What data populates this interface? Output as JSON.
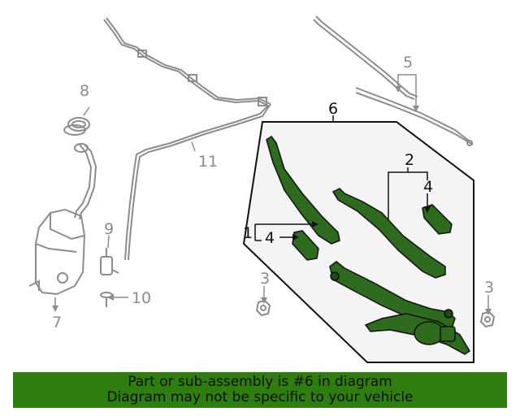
{
  "callouts": {
    "c1": "1",
    "c2": "2",
    "c3a": "3",
    "c3b": "3",
    "c4a": "4",
    "c4b": "4",
    "c5": "5",
    "c6": "6",
    "c7": "7",
    "c8": "8",
    "c9": "9",
    "c10": "10",
    "c11": "11"
  },
  "banner": {
    "line1": "Part or sub-assembly is #6 in diagram",
    "line2": "Diagram may not be specific to your vehicle"
  },
  "colors": {
    "highlight_part": "#2e6b1e",
    "banner_bg": "#2f7d0f",
    "grey_part": "#8c8c8c",
    "panel_fill": "#f4f4f4"
  }
}
